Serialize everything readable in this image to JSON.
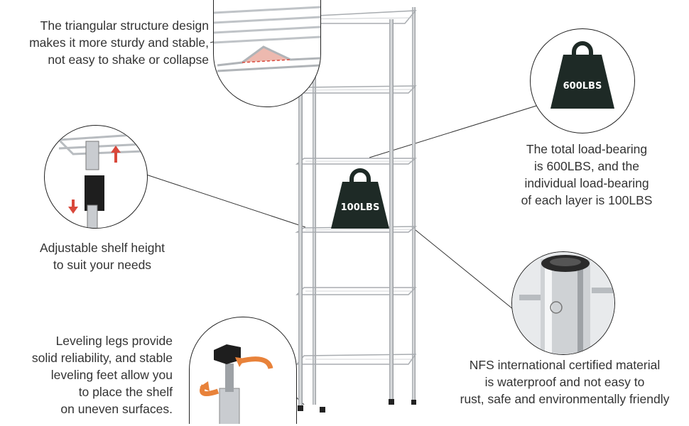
{
  "features": {
    "triangle": {
      "lines": [
        "The triangular structure design",
        "makes it more sturdy and stable,",
        "not easy to shake or collapse"
      ]
    },
    "adjustable": {
      "lines": [
        "Adjustable shelf height",
        "to suit your needs"
      ]
    },
    "leveling": {
      "lines": [
        "Leveling legs provide",
        "solid reliability, and stable",
        "leveling feet allow you",
        "to place the shelf",
        "on uneven surfaces."
      ]
    },
    "load": {
      "badge": "600LBS",
      "lines": [
        "The total load-bearing",
        "is 600LBS, and the",
        "individual load-bearing",
        "of each layer is 100LBS"
      ]
    },
    "material": {
      "lines": [
        "NFS international certified material",
        "is waterproof and not easy to",
        "rust, safe and environmentally friendly"
      ]
    }
  },
  "shelf_weight_badge": "100LBS",
  "colors": {
    "weight": "#1e2a26",
    "arrow": "#e8823a",
    "red_arrow": "#d9483b",
    "triangle": "#e9a79b",
    "steel": "#c9ccd0"
  }
}
